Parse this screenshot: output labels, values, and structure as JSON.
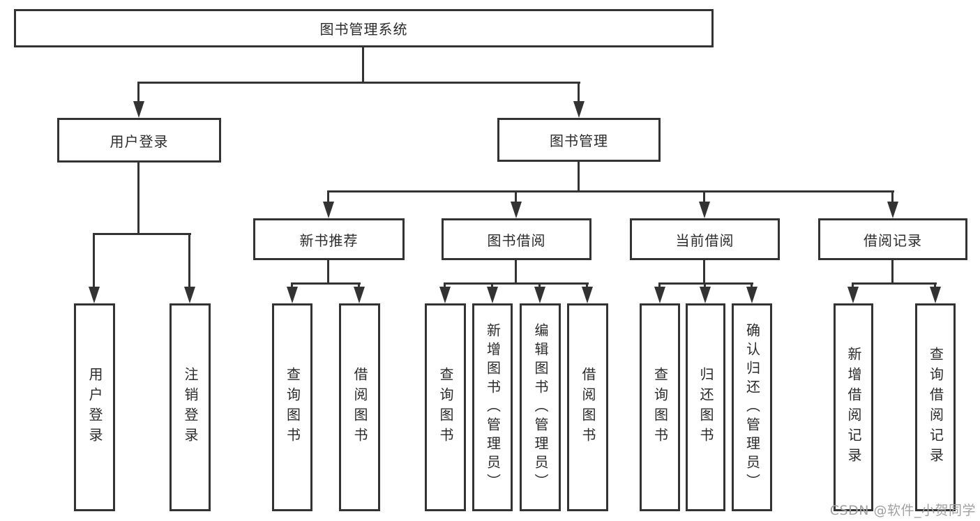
{
  "tree": {
    "root": {
      "label": "图书管理系统",
      "children": [
        {
          "label": "用户登录",
          "children": [
            {
              "label": "用户登录"
            },
            {
              "label": "注销登录"
            }
          ]
        },
        {
          "label": "图书管理",
          "children": [
            {
              "label": "新书推荐",
              "children": [
                {
                  "label": "查询图书"
                },
                {
                  "label": "借阅图书"
                }
              ]
            },
            {
              "label": "图书借阅",
              "children": [
                {
                  "label": "查询图书"
                },
                {
                  "label": "新增图书（管理员）"
                },
                {
                  "label": "编辑图书（管理员）"
                },
                {
                  "label": "借阅图书"
                }
              ]
            },
            {
              "label": "当前借阅",
              "children": [
                {
                  "label": "查询图书"
                },
                {
                  "label": "归还图书"
                },
                {
                  "label": "确认归还（管理员）"
                }
              ]
            },
            {
              "label": "借阅记录",
              "children": [
                {
                  "label": "新增借阅记录"
                },
                {
                  "label": "查询借阅记录"
                }
              ]
            }
          ]
        }
      ]
    }
  },
  "watermark": {
    "text": "CSDN @软件_小贺同学"
  },
  "colors": {
    "line": "#333333",
    "box_border": "#333333",
    "box_fill": "#ffffff",
    "text": "#2b2b2b",
    "watermark": "#a0a0a0",
    "background": "#ffffff"
  }
}
